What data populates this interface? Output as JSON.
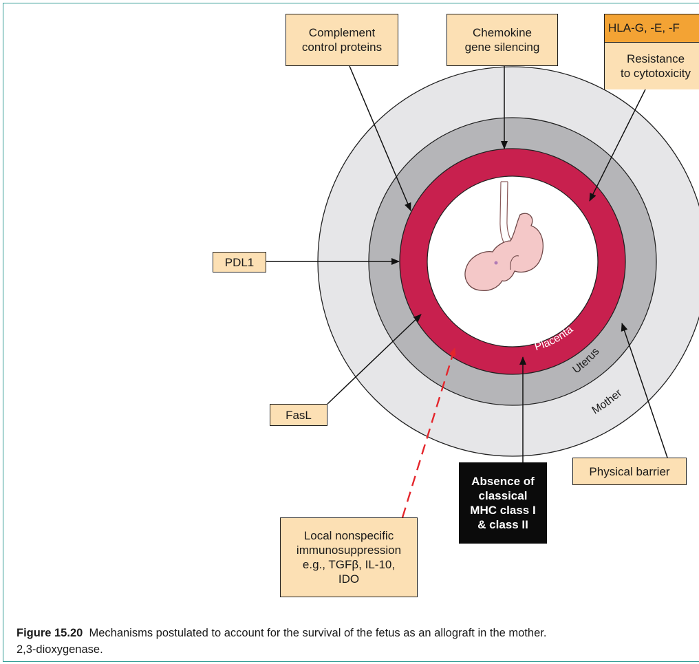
{
  "labels": {
    "complement": "Complement\ncontrol proteins",
    "chemokine": "Chemokine\ngene silencing",
    "hla_header": "HLA-G, -E, -F",
    "hla_body": "Resistance\nto cytotoxicity",
    "pdl1": "PDL1",
    "fasl": "FasL",
    "physical": "Physical barrier",
    "mhc": "Absence of\nclassical\nMHC class I\n& class II",
    "local": "Local nonspecific\nimmunosuppression\ne.g., TGFβ, IL-10,\nIDO"
  },
  "rings": {
    "placenta": "Placenta",
    "uterus": "Uterus",
    "mother": "Mother"
  },
  "caption": {
    "number": "Figure 15.20",
    "text": "Mechanisms postulated to account for the survival of the fetus as an allograft in the mother.",
    "continuation": "2,3-dioxygenase."
  },
  "colors": {
    "mother_ring": "#e6e6e8",
    "uterus_ring": "#b5b5b8",
    "placenta_ring": "#c8204e",
    "label_fill": "#fce0b4",
    "hla_header_fill": "#f3a334",
    "dashed_arrow": "#e4262c",
    "frame": "#2e9a93",
    "fetus": "#f4c8c8"
  }
}
